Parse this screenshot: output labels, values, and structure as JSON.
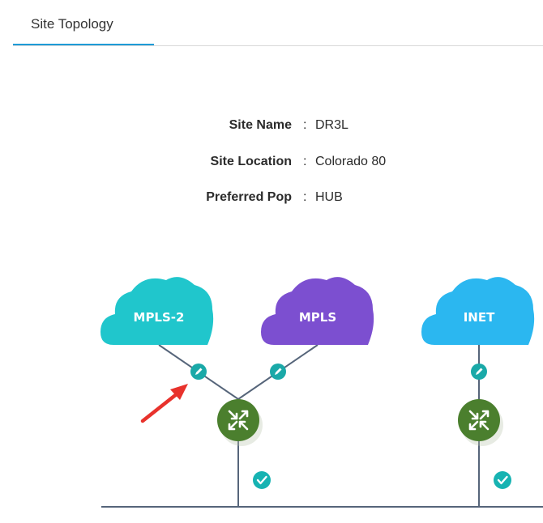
{
  "tabs": [
    {
      "label": "Site Topology",
      "active": true
    }
  ],
  "site_info": [
    {
      "key": "Site Name",
      "sep": ":",
      "value": "DR3L"
    },
    {
      "key": "Site Location",
      "sep": ":",
      "value": "Colorado 80"
    },
    {
      "key": "Preferred Pop",
      "sep": ":",
      "value": "HUB"
    }
  ],
  "topology": {
    "clouds": [
      {
        "label": "MPLS-2",
        "color": "#20c6cc"
      },
      {
        "label": "MPLS",
        "color": "#7c4fd0"
      },
      {
        "label": "INET",
        "color": "#2bb7f0"
      }
    ],
    "colors": {
      "link": "#56657a",
      "edit_badge": "#1aa9a8",
      "router": "#4b7f2e",
      "check_badge": "#17b3b2",
      "annotation_arrow": "#e8322c"
    }
  }
}
